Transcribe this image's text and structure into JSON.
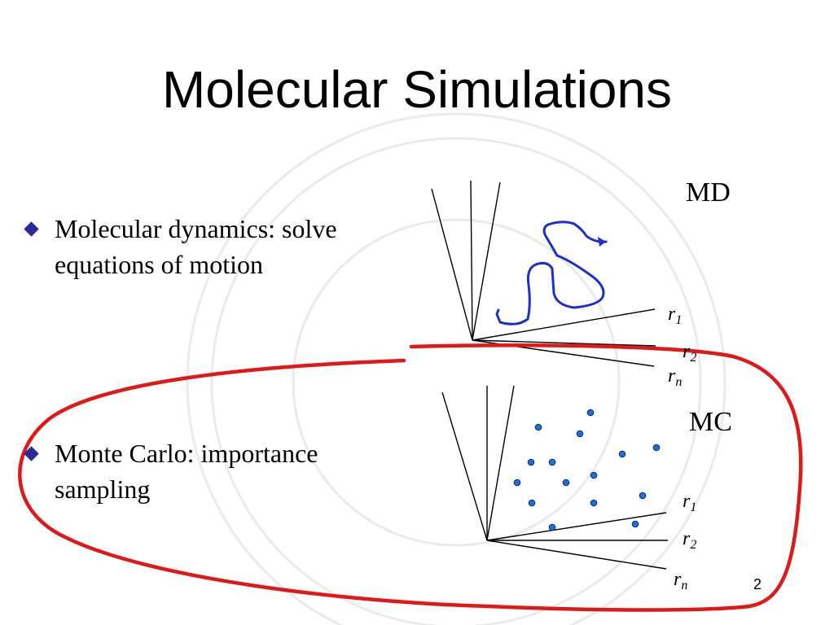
{
  "slide": {
    "title": "Molecular Simulations",
    "page_number": "2"
  },
  "bullets": [
    {
      "text": "Molecular dynamics: solve equations of motion"
    },
    {
      "text": "Monte Carlo: importance sampling"
    }
  ],
  "md_panel": {
    "label": "MD",
    "axes": [
      {
        "name": "r",
        "index": "1"
      },
      {
        "name": "r",
        "index": "2"
      },
      {
        "name": "r",
        "index": "n"
      }
    ]
  },
  "mc_panel": {
    "label": "MC",
    "axes": [
      {
        "name": "r",
        "index": "1"
      },
      {
        "name": "r",
        "index": "2"
      },
      {
        "name": "r",
        "index": "n"
      }
    ]
  },
  "colors": {
    "trajectory": "#1a2fd0",
    "highlight_loop": "#e01818",
    "sample_points": "#1f6fd6",
    "bullet": "#2a2a9a"
  }
}
